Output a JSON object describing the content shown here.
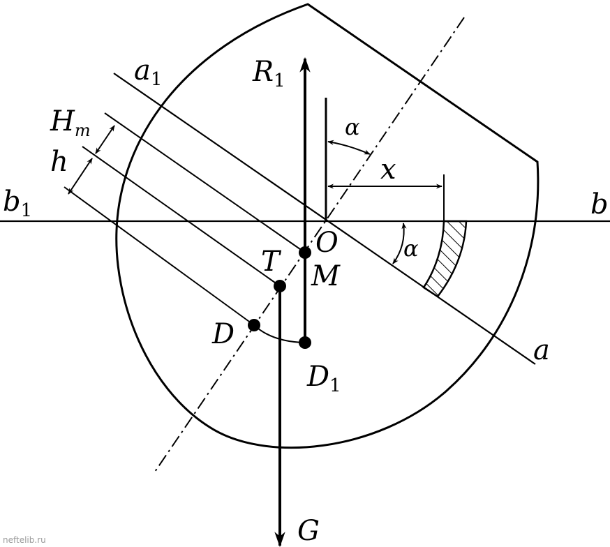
{
  "labels": {
    "R1": {
      "main": "R",
      "sub": "1"
    },
    "a1": {
      "main": "a",
      "sub": "1"
    },
    "Hm": {
      "main": "H",
      "sub": "m"
    },
    "h": "h",
    "b1": {
      "main": "b",
      "sub": "1"
    },
    "b": "b",
    "a": "a",
    "alpha_top": "α",
    "alpha_side": "α",
    "x": "x",
    "O": "O",
    "T": "T",
    "M": "M",
    "D": "D",
    "D1": {
      "main": "D",
      "sub": "1"
    },
    "G": "G"
  },
  "watermark": "neftelib.ru",
  "colors": {
    "ink": "#000000",
    "background": "#ffffff",
    "watermark": "#9a9a9a"
  }
}
